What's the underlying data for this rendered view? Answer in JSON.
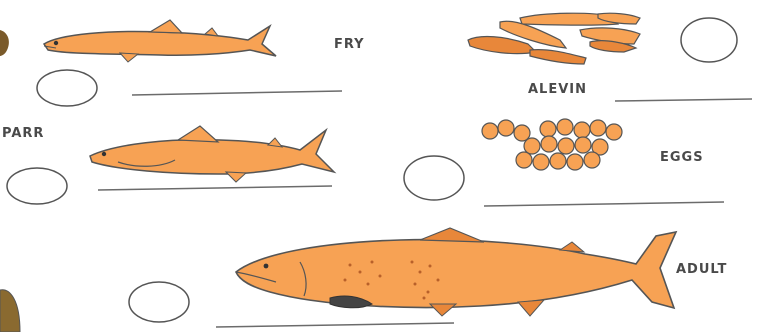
{
  "labels": {
    "fry": "FRY",
    "alevin": "ALEVIN",
    "parr": "PARR",
    "eggs": "EGGS",
    "adult": "ADULT"
  },
  "colors": {
    "fish_fill": "#f7a254",
    "fish_dark": "#e8873a",
    "outline": "#555555",
    "line": "#6b6b6b",
    "label_text": "#4a4a4a"
  }
}
